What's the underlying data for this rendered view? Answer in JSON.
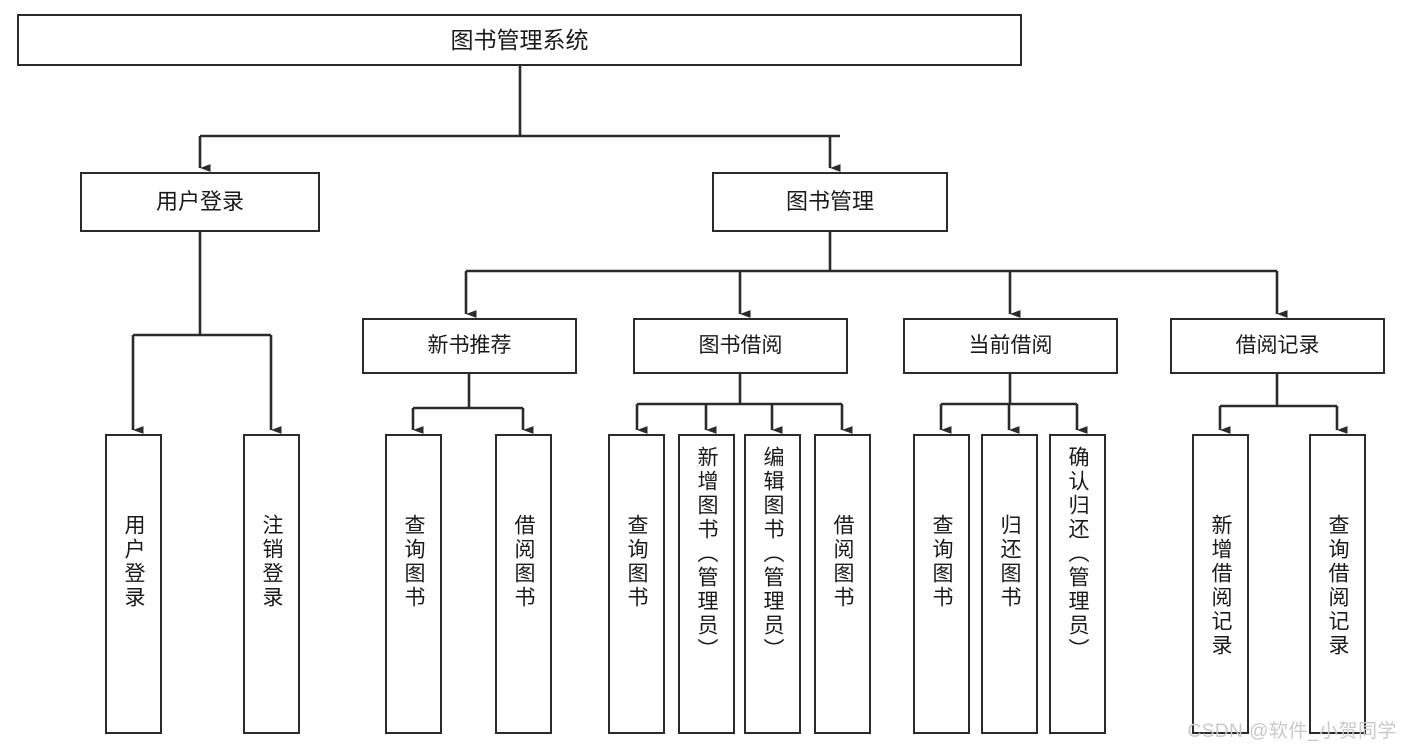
{
  "diagram": {
    "title": "图书管理系统",
    "type": "tree",
    "watermark": "CSDN @软件_小贺同学",
    "colors": {
      "box_border": "#2b2b2b",
      "box_fill": "#ffffff",
      "edge": "#2b2b2b",
      "text": "#1a1a1a",
      "watermark": "#c9c9c9"
    },
    "root": {
      "label": "图书管理系统"
    },
    "level2": [
      {
        "label": "用户登录"
      },
      {
        "label": "图书管理"
      }
    ],
    "level3": [
      {
        "label": "新书推荐"
      },
      {
        "label": "图书借阅"
      },
      {
        "label": "当前借阅"
      },
      {
        "label": "借阅记录"
      }
    ],
    "leaves": {
      "user_login": [
        {
          "label": "用户登录"
        },
        {
          "label": "注销登录"
        }
      ],
      "new_book_recommend": [
        {
          "label": "查询图书"
        },
        {
          "label": "借阅图书"
        }
      ],
      "book_borrow": [
        {
          "label": "查询图书"
        },
        {
          "label": "新增图书（管理员）"
        },
        {
          "label": "编辑图书（管理员）"
        },
        {
          "label": "借阅图书"
        }
      ],
      "current_borrow": [
        {
          "label": "查询图书"
        },
        {
          "label": "归还图书"
        },
        {
          "label": "确认归还（管理员）"
        }
      ],
      "borrow_record": [
        {
          "label": "新增借阅记录"
        },
        {
          "label": "查询借阅记录"
        }
      ]
    }
  }
}
